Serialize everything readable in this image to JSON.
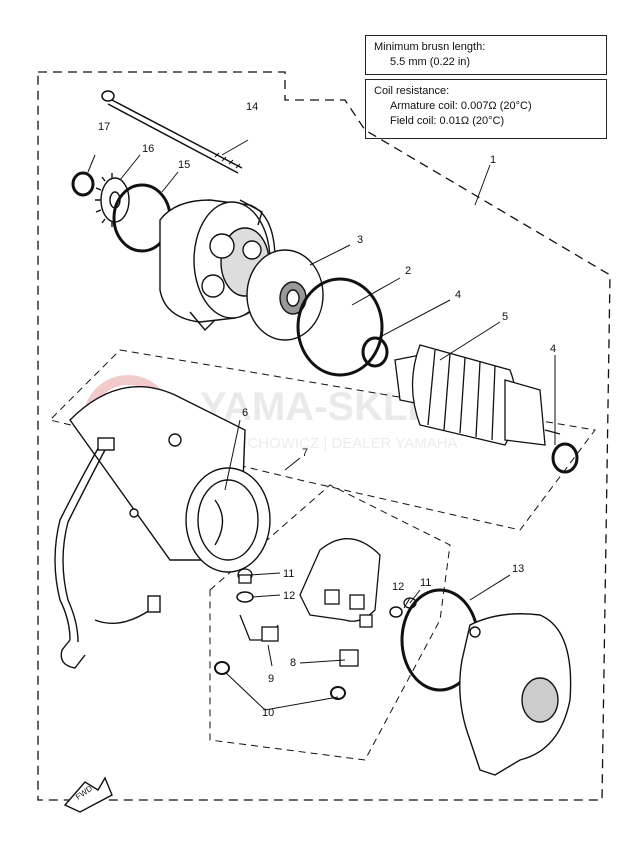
{
  "specs": {
    "brush": {
      "title": "Minimum brusn length:",
      "value": "5.5 mm (0.22 in)"
    },
    "coil": {
      "title": "Coil resistance:",
      "armature": "Armature coil: 0.007Ω (20°C)",
      "field": "Field coil: 0.01Ω (20°C)"
    }
  },
  "callouts": [
    "1",
    "2",
    "3",
    "4",
    "4",
    "5",
    "6",
    "7",
    "8",
    "9",
    "10",
    "11",
    "11",
    "12",
    "12",
    "13",
    "14",
    "15",
    "16",
    "17"
  ],
  "watermark": {
    "main": "YAMA-SKLEP.PL",
    "sub": "W.CIECHOWICZ | DEALER YAMAHA"
  },
  "fwd_label": "FWD",
  "colors": {
    "line": "#111111",
    "watermark": "#e8a0a0"
  }
}
